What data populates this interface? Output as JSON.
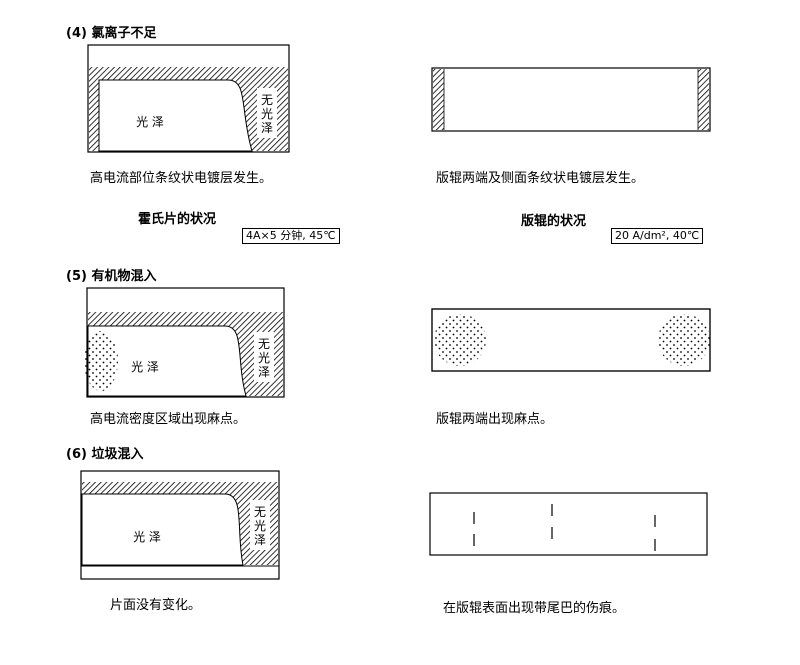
{
  "sections": [
    {
      "heading": "(4) 氯离子不足",
      "hull": {
        "glossy": "光  泽",
        "matte": [
          "无",
          "光",
          "泽"
        ],
        "caption": "高电流部位条纹状电镀层发生。"
      },
      "roll": {
        "caption": "版辊两端及侧面条纹状电镀层发生。"
      }
    },
    {
      "heading": "(5) 有机物混入",
      "hull": {
        "glossy": "光  泽",
        "matte": [
          "无",
          "光",
          "泽"
        ],
        "caption": "高电流密度区域出现麻点。"
      },
      "roll": {
        "caption": "版辊两端出现麻点。"
      }
    },
    {
      "heading": "(6) 垃圾混入",
      "hull": {
        "glossy": "光  泽",
        "matte": [
          "无",
          "光",
          "泽"
        ],
        "caption": "片面没有变化。"
      },
      "roll": {
        "caption": "在版辊表面出现带尾巴的伤痕。"
      }
    }
  ],
  "labels": {
    "hull_state": "霍氏片的状况",
    "hull_condition": "4A×5 分钟, 45℃",
    "roll_state": "版辊的状况",
    "roll_condition": "20 A/dm², 40℃"
  }
}
